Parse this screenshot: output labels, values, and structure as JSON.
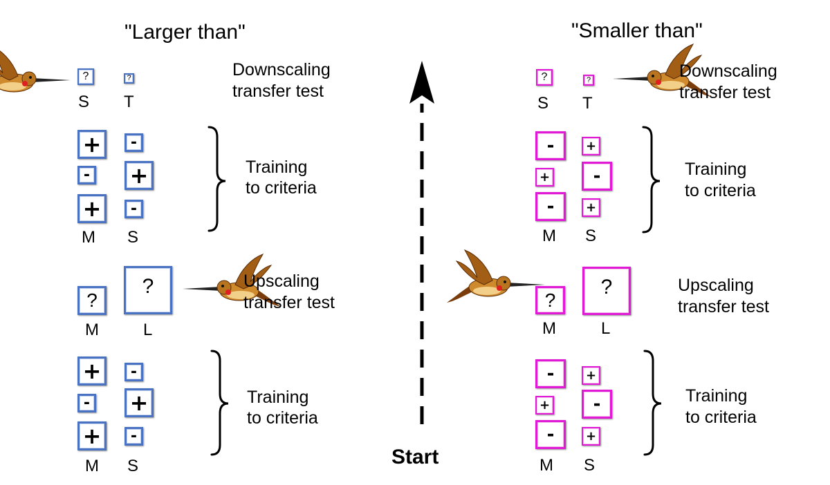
{
  "left_panel": {
    "title": "\"Larger than\"",
    "downscaling": {
      "label_line1": "Downscaling",
      "label_line2": "transfer test",
      "stimuli": [
        "?",
        "?"
      ],
      "axis": [
        "S",
        "T"
      ]
    },
    "training_upper": {
      "label_line1": "Training",
      "label_line2": "to criteria",
      "left_column": [
        "+",
        "-",
        "+"
      ],
      "right_column": [
        "-",
        "+",
        "-"
      ],
      "axis": [
        "M",
        "S"
      ]
    },
    "upscaling": {
      "label_line1": "Upscaling",
      "label_line2": "transfer test",
      "stimuli": [
        "?",
        "?"
      ],
      "axis": [
        "M",
        "L"
      ]
    },
    "training_lower": {
      "label_line1": "Training",
      "label_line2": "to criteria",
      "left_column": [
        "+",
        "-",
        "+"
      ],
      "right_column": [
        "-",
        "+",
        "-"
      ],
      "axis": [
        "M",
        "S"
      ]
    }
  },
  "right_panel": {
    "title": "\"Smaller than\"",
    "downscaling": {
      "label_line1": "Downscaling",
      "label_line2": "transfer test",
      "stimuli": [
        "?",
        "?"
      ],
      "axis": [
        "S",
        "T"
      ]
    },
    "training_upper": {
      "label_line1": "Training",
      "label_line2": "to criteria",
      "left_column": [
        "-",
        "+",
        "-"
      ],
      "right_column": [
        "+",
        "-",
        "+"
      ],
      "axis": [
        "M",
        "S"
      ]
    },
    "upscaling": {
      "label_line1": "Upscaling",
      "label_line2": "transfer test",
      "stimuli": [
        "?",
        "?"
      ],
      "axis": [
        "M",
        "L"
      ]
    },
    "training_lower": {
      "label_line1": "Training",
      "label_line2": "to criteria",
      "left_column": [
        "-",
        "+",
        "-"
      ],
      "right_column": [
        "+",
        "-",
        "+"
      ],
      "axis": [
        "M",
        "S"
      ]
    }
  },
  "center": {
    "start_label": "Start"
  },
  "colors": {
    "left_box_border": "#4a72c2",
    "right_box_border": "#e01ad4",
    "arrow": "#000000"
  },
  "icons": [
    "hummingbird-icon"
  ]
}
